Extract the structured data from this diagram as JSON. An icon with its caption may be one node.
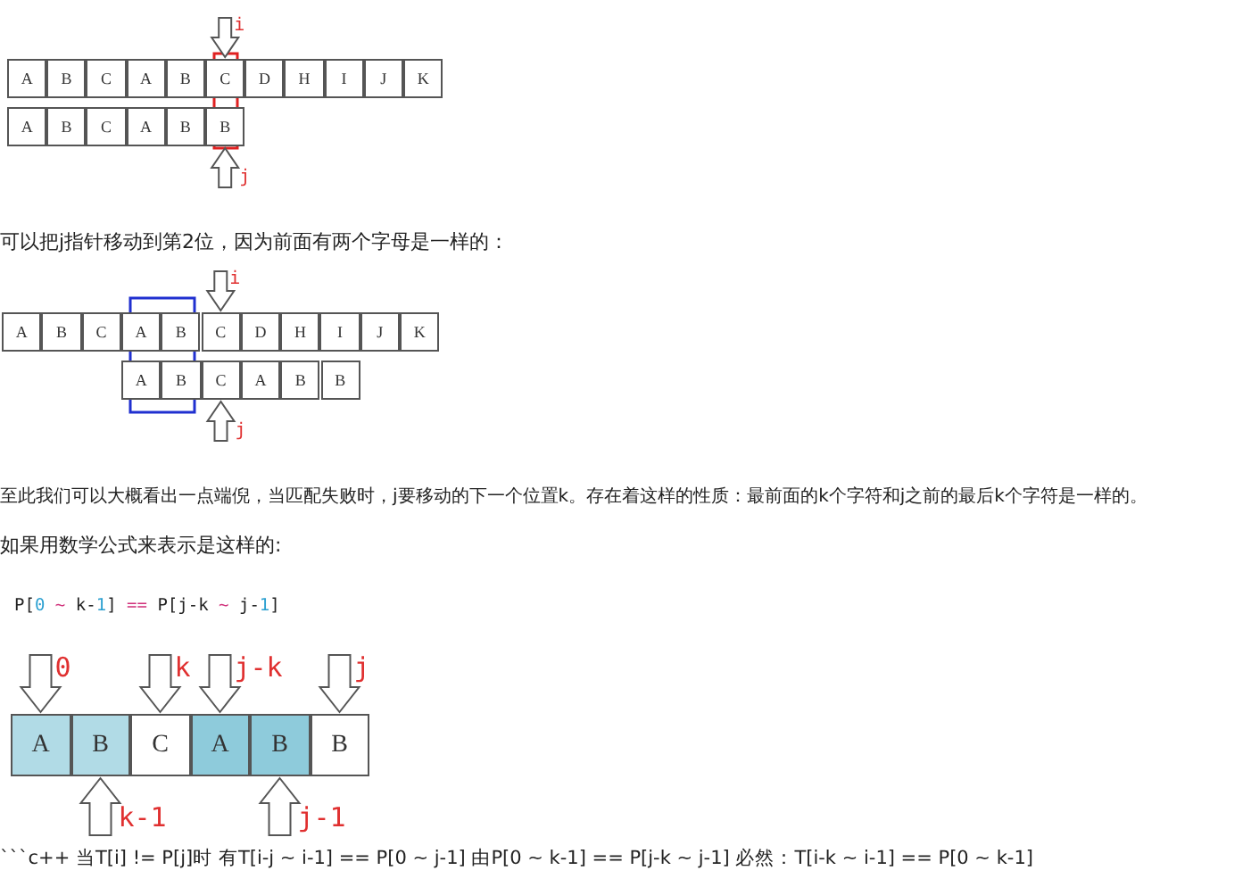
{
  "diagram": {
    "nodes": [
      {
        "text": [
          "A"
        ]
      },
      {
        "text": [
          "B"
        ]
      },
      {
        "text": [
          "C"
        ]
      },
      {
        "text": [
          "A"
        ]
      },
      {
        "text": [
          "B"
        ]
      },
      {
        "text": [
          "C"
        ]
      },
      {
        "text": [
          "D"
        ]
      },
      {
        "text": [
          "H"
        ]
      },
      {
        "text": [
          "I"
        ]
      },
      {
        "text": [
          "J"
        ]
      },
      {
        "text": [
          "K"
        ]
      },
      {
        "text": [
          "A"
        ]
      },
      {
        "text": [
          "B"
        ]
      },
      {
        "text": [
          "C"
        ]
      },
      {
        "text": [
          "A"
        ]
      },
      {
        "text": [
          "B"
        ]
      },
      {
        "text": [
          "B"
        ]
      },
      {
        "text": [
          "A"
        ]
      },
      {
        "text": [
          "B"
        ]
      },
      {
        "text": [
          "C"
        ]
      },
      {
        "text": [
          "A"
        ]
      },
      {
        "text": [
          "B"
        ]
      },
      {
        "text": [
          "C"
        ]
      },
      {
        "text": [
          "D"
        ]
      },
      {
        "text": [
          "H"
        ]
      },
      {
        "text": [
          "I"
        ]
      },
      {
        "text": [
          "J"
        ]
      },
      {
        "text": [
          "K"
        ]
      },
      {
        "text": [
          "A"
        ]
      },
      {
        "text": [
          "B"
        ]
      },
      {
        "text": [
          "C"
        ]
      },
      {
        "text": [
          "A"
        ]
      },
      {
        "text": [
          "B"
        ]
      },
      {
        "text": [
          "B"
        ]
      },
      {
        "text": [
          "A"
        ]
      },
      {
        "text": [
          "B"
        ]
      },
      {
        "text": [
          "C"
        ]
      },
      {
        "text": [
          "A"
        ]
      },
      {
        "text": [
          "B"
        ]
      },
      {
        "text": [
          "B"
        ]
      }
    ],
    "edges": [
      {
        "from": null,
        "to": 5,
        "arrow": "to",
        "label": "i"
      },
      {
        "from": null,
        "to": 16,
        "arrow": "to",
        "label": "j"
      },
      {
        "from": null,
        "to": 22,
        "arrow": "to",
        "label": "i"
      },
      {
        "from": null,
        "to": 30,
        "arrow": "to",
        "label": "j"
      },
      {
        "from": null,
        "to": 34,
        "arrow": "to",
        "label": "0"
      },
      {
        "from": null,
        "to": 36,
        "arrow": "to",
        "label": "k"
      },
      {
        "from": null,
        "to": 37,
        "arrow": "to",
        "label": "j-k"
      },
      {
        "from": null,
        "to": 39,
        "arrow": "to",
        "label": "j"
      },
      {
        "from": null,
        "to": 35,
        "arrow": "to",
        "label": "k-1"
      },
      {
        "from": null,
        "to": 38,
        "arrow": "to",
        "label": "j-1"
      }
    ],
    "labels": [
      "可以把j指针移动到第2位，因为前面有两个字母是一样的：",
      "至此我们可以大概看出一点端倪，当匹配失败时，j要移动的下一个位置k。存在着这样的性质：最前面的k个字符和j之前的最后k个字符是一样的。",
      "如果用数学公式来表示是这样的:",
      "P[0 ~ k-1] == P[j-k ~ j-1]",
      "```c++ 当T[i] != P[j]时 有T[i-j ~ i-1] == P[0 ~ j-1] 由P[0 ~ k-1] == P[j-k ~ j-1] 必然：T[i-k ~ i-1] == P[0 ~ k-1]"
    ]
  }
}
